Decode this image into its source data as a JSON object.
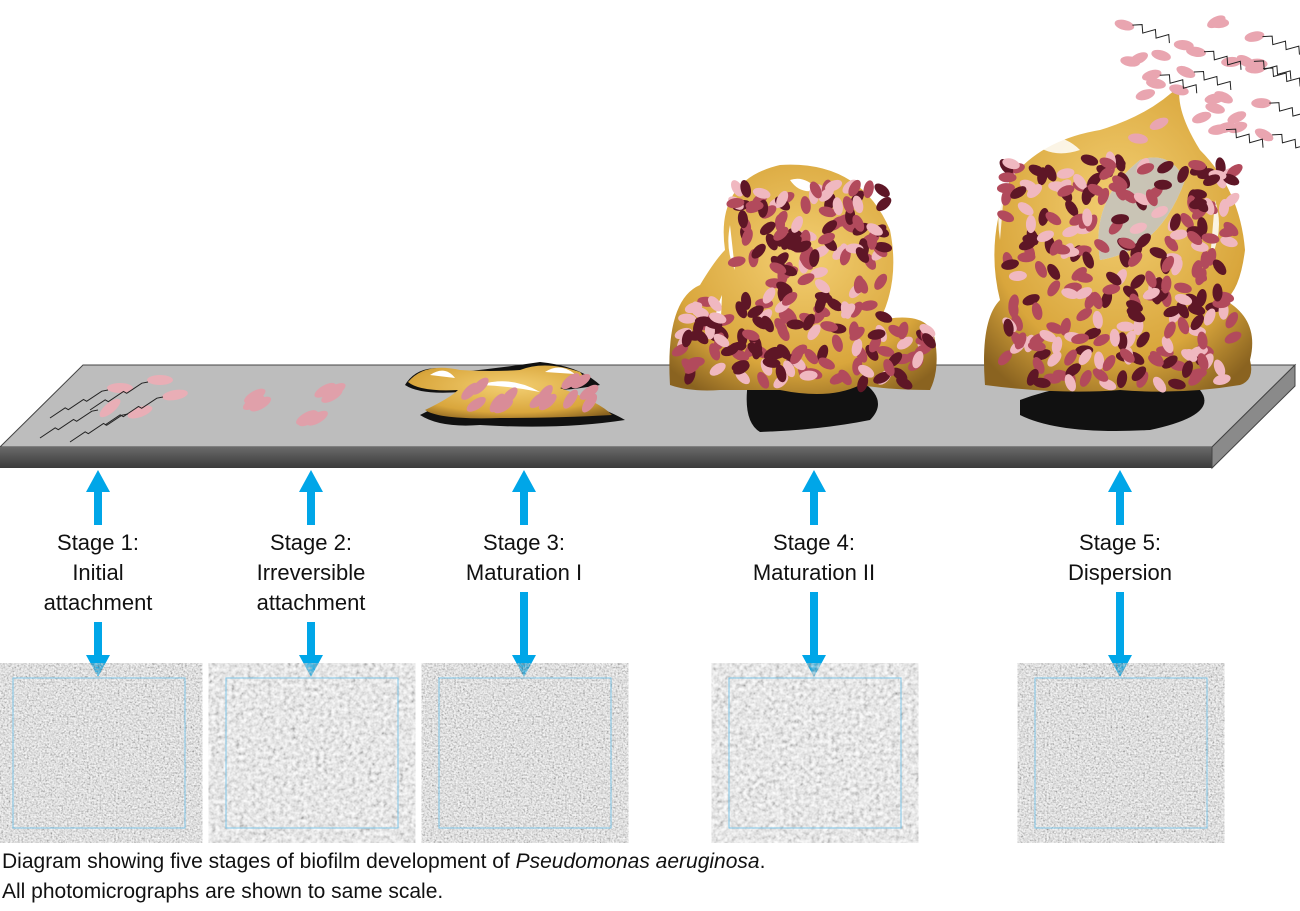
{
  "stages": [
    {
      "title": "Stage 1:",
      "name": [
        "Initial",
        "attachment"
      ]
    },
    {
      "title": "Stage 2:",
      "name": [
        "Irreversible",
        "attachment"
      ]
    },
    {
      "title": "Stage 3:",
      "name": [
        "Maturation I"
      ]
    },
    {
      "title": "Stage 4:",
      "name": [
        "Maturation II"
      ]
    },
    {
      "title": "Stage 5:",
      "name": [
        "Dispersion"
      ]
    }
  ],
  "caption": {
    "line1_before": "Diagram showing five stages of biofilm development of ",
    "line1_italic": "Pseudomonas aeruginosa",
    "line1_after": ".",
    "line2": "All photomicrographs are shown to same scale."
  },
  "colors": {
    "arrow": "#00a6e8",
    "surface": "#bdbdbd",
    "biofilm": "#e8b64a",
    "bacteria": "#c9606e",
    "micrograph_border": "#7fc6e8"
  }
}
